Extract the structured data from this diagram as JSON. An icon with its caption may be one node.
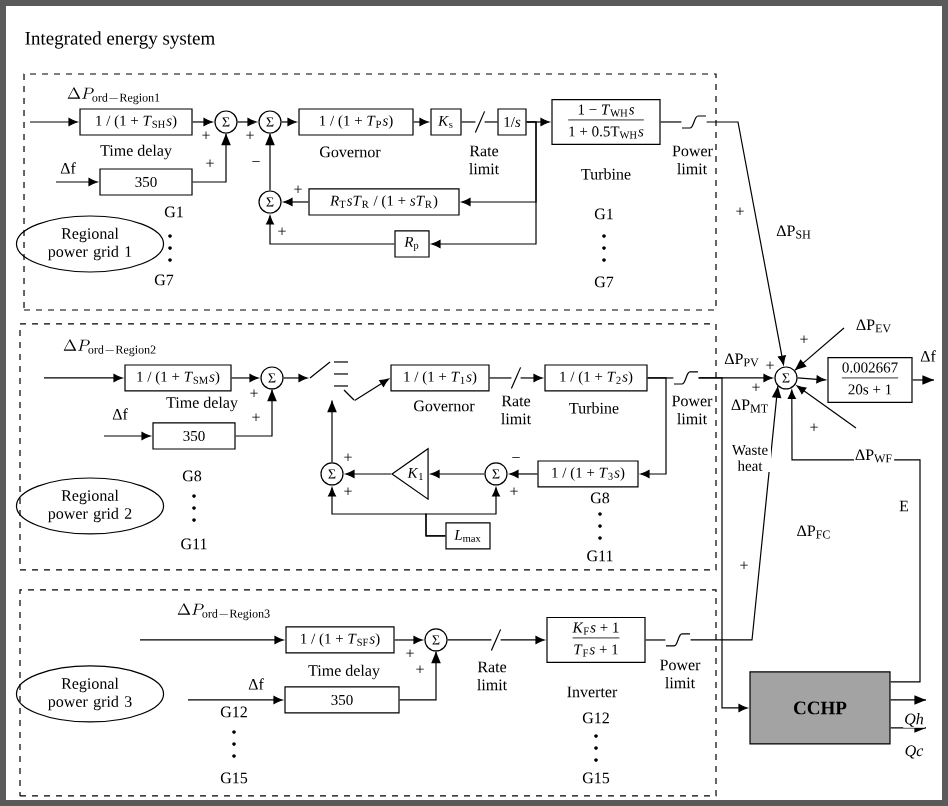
{
  "diagram": {
    "title": "Integrated energy system",
    "nodes": [
      {
        "text": [],
        "shape": "box"
      },
      {
        "text": [
          "1 / (1 + *T*$_{SH}$*s*)"
        ],
        "beside": [
          "Time delay"
        ],
        "in": 0
      },
      {
        "text": [
          "Σ"
        ],
        "in": 0
      },
      {
        "text": [
          "Σ"
        ],
        "in": 0
      },
      {
        "text": [
          "1 / (1 + *T*$_{P}$*s*)"
        ],
        "beside": [
          "Governor"
        ],
        "in": 0
      },
      {
        "text": [
          "*K*$_{s}$"
        ],
        "in": 0
      },
      {
        "text": [],
        "shape": "slash",
        "beside": [
          "Rate limit"
        ],
        "in": 0
      },
      {
        "text": [
          "1/*s*"
        ],
        "in": 0
      },
      {
        "text": [
          "1 − *T*$_{WH}$*s*",
          "1 + 0.5T$_{WH}$*s*"
        ],
        "beside": [
          "Turbine"
        ],
        "in": 0
      },
      {
        "text": [],
        "shape": "curve",
        "beside": [
          "Power limit"
        ],
        "in": 0
      },
      {
        "text": [
          "350"
        ],
        "in": 0
      },
      {
        "text": [
          "Σ"
        ],
        "in": 0
      },
      {
        "text": [
          "*R*$_{T}$*sT*$_{R}$ / (1 + *sT*$_{R}$)"
        ],
        "in": 0
      },
      {
        "text": [
          "*R*$_{p}$"
        ],
        "in": 0
      },
      {
        "text": [
          "Regional power grid 1"
        ],
        "in": 0
      },
      {
        "text": [],
        "shape": "box"
      },
      {
        "text": [
          "1 / (1 + *T*$_{SM}$*s*)"
        ],
        "beside": [
          "Time delay"
        ],
        "in": 15
      },
      {
        "text": [
          "Σ"
        ],
        "in": 15
      },
      {
        "text": [
          "350"
        ],
        "in": 15
      },
      {
        "text": [],
        "shape": "switch",
        "in": 15
      },
      {
        "text": [
          "1 / (1 + *T*$_{1}$*s*)"
        ],
        "beside": [
          "Governor"
        ],
        "in": 15
      },
      {
        "text": [],
        "shape": "slash",
        "beside": [
          "Rate limit"
        ],
        "in": 15
      },
      {
        "text": [
          "1 / (1 + *T*$_{2}$*s*)"
        ],
        "beside": [
          "Turbine"
        ],
        "in": 15
      },
      {
        "text": [],
        "shape": "curve",
        "beside": [
          "Power limit"
        ],
        "in": 15
      },
      {
        "text": [
          "1 / (1 + *T*$_{3}$*s*)"
        ],
        "in": 15
      },
      {
        "text": [
          "Σ"
        ],
        "in": 15
      },
      {
        "text": [
          "*K*$_{1}$"
        ],
        "in": 15
      },
      {
        "text": [
          "Σ"
        ],
        "in": 15
      },
      {
        "text": [
          "*L*$_{max}$"
        ],
        "in": 15
      },
      {
        "text": [
          "Regional power grid 2"
        ],
        "in": 15
      },
      {
        "text": [],
        "shape": "box"
      },
      {
        "text": [
          "1 / (1 + *T*$_{SF}$*s*)"
        ],
        "beside": [
          "Time delay"
        ],
        "in": 30
      },
      {
        "text": [
          "350"
        ],
        "in": 30
      },
      {
        "text": [
          "Σ"
        ],
        "in": 30
      },
      {
        "text": [],
        "shape": "slash",
        "beside": [
          "Rate limit"
        ],
        "in": 30
      },
      {
        "text": [
          "*K*$_{F}$*s* + 1",
          "*T*$_{F}$*s* + 1"
        ],
        "beside": [
          "Inverter"
        ],
        "in": 30
      },
      {
        "text": [],
        "shape": "curve",
        "beside": [
          "Power limit"
        ],
        "in": 30
      },
      {
        "text": [
          "Regional power grid 3"
        ],
        "in": 30
      },
      {
        "text": [
          "Σ"
        ]
      },
      {
        "text": [
          "0.002667",
          "20s + 1"
        ]
      },
      {
        "text": [
          "CCHP"
        ]
      }
    ],
    "edges": [
      {
        "from": null,
        "to": 1,
        "arrow": "to",
        "label": "\\Delta P_{\\mathrm{ord-Region1}}"
      },
      {
        "from": 1,
        "to": 2,
        "arrow": "to"
      },
      {
        "from": null,
        "to": 10,
        "arrow": "to",
        "label": "Δf"
      },
      {
        "from": 10,
        "to": 2,
        "arrow": "to"
      },
      {
        "from": 2,
        "to": 3,
        "arrow": "to"
      },
      {
        "from": 3,
        "to": 4,
        "arrow": "to"
      },
      {
        "from": 4,
        "to": 5,
        "arrow": "to"
      },
      {
        "from": 5,
        "to": 6,
        "arrow": "none"
      },
      {
        "from": 6,
        "to": 7,
        "arrow": "none"
      },
      {
        "from": 7,
        "to": 8,
        "arrow": "to"
      },
      {
        "from": 8,
        "to": 9,
        "arrow": "none"
      },
      {
        "from": 7,
        "to": 12,
        "arrow": "to"
      },
      {
        "from": 12,
        "to": 11,
        "arrow": "to"
      },
      {
        "from": 7,
        "to": 13,
        "arrow": "to"
      },
      {
        "from": 13,
        "to": 11,
        "arrow": "to"
      },
      {
        "from": 11,
        "to": 3,
        "arrow": "to"
      },
      {
        "from": 9,
        "to": 38,
        "arrow": "to",
        "label": "ΔP$_{SH}$"
      },
      {
        "from": null,
        "to": 16,
        "arrow": "to",
        "label": "\\Delta P_{\\mathrm{ord-Region2}}"
      },
      {
        "from": 16,
        "to": 17,
        "arrow": "to"
      },
      {
        "from": null,
        "to": 18,
        "arrow": "to",
        "label": "Δf"
      },
      {
        "from": 18,
        "to": 17,
        "arrow": "to"
      },
      {
        "from": 17,
        "to": 19,
        "arrow": "to"
      },
      {
        "from": 19,
        "to": 20,
        "arrow": "to"
      },
      {
        "from": 20,
        "to": 21,
        "arrow": "none"
      },
      {
        "from": 21,
        "to": 22,
        "arrow": "to"
      },
      {
        "from": 22,
        "to": 23,
        "arrow": "none"
      },
      {
        "from": 22,
        "to": 24,
        "arrow": "to"
      },
      {
        "from": 24,
        "to": 25,
        "arrow": "to"
      },
      {
        "from": 25,
        "to": 26,
        "arrow": "to"
      },
      {
        "from": 26,
        "to": 27,
        "arrow": "to"
      },
      {
        "from": 27,
        "to": 19,
        "arrow": "to"
      },
      {
        "from": 28,
        "to": 27,
        "arrow": "to"
      },
      {
        "from": 28,
        "to": 25,
        "arrow": "to"
      },
      {
        "from": 23,
        "to": 38,
        "arrow": "to",
        "label": "ΔP$_{PV}$"
      },
      {
        "from": 23,
        "to": 40,
        "arrow": "to",
        "label": "Waste heat"
      },
      {
        "from": null,
        "to": 31,
        "arrow": "to",
        "label": "\\Delta P_{\\mathrm{ord-Region3}}"
      },
      {
        "from": 31,
        "to": 33,
        "arrow": "to"
      },
      {
        "from": null,
        "to": 32,
        "arrow": "to",
        "label": "Δf"
      },
      {
        "from": 32,
        "to": 33,
        "arrow": "to"
      },
      {
        "from": 33,
        "to": 34,
        "arrow": "none"
      },
      {
        "from": 34,
        "to": 35,
        "arrow": "to"
      },
      {
        "from": 35,
        "to": 36,
        "arrow": "none"
      },
      {
        "from": 36,
        "to": 38,
        "arrow": "to",
        "label": "ΔP$_{FC}$"
      },
      {
        "from": null,
        "to": 38,
        "arrow": "to",
        "label": "ΔP$_{EV}$"
      },
      {
        "from": null,
        "to": 38,
        "arrow": "to",
        "label": "ΔP$_{WF}$"
      },
      {
        "from": 40,
        "to": 38,
        "arrow": "to",
        "label": "ΔP$_{MT}$"
      },
      {
        "from": 38,
        "to": 39,
        "arrow": "to"
      },
      {
        "from": 39,
        "to": null,
        "arrow": "to",
        "label": "Δf"
      },
      {
        "from": 40,
        "to": null,
        "arrow": "to",
        "label": "*Qh*"
      },
      {
        "from": 40,
        "to": null,
        "arrow": "to",
        "label": "*Qc*"
      }
    ],
    "labels": [
      "+",
      "+",
      "+",
      "−",
      "+",
      "+",
      "G1",
      "G7",
      "G1",
      "G7",
      "+",
      "+",
      "+",
      "+",
      "+",
      "−",
      "+",
      "G8",
      "G11",
      "G8",
      "G11",
      "+",
      "+",
      "+",
      "+",
      "+",
      "E",
      "+",
      "+",
      "G12",
      "G15",
      "G12",
      "G15"
    ]
  }
}
